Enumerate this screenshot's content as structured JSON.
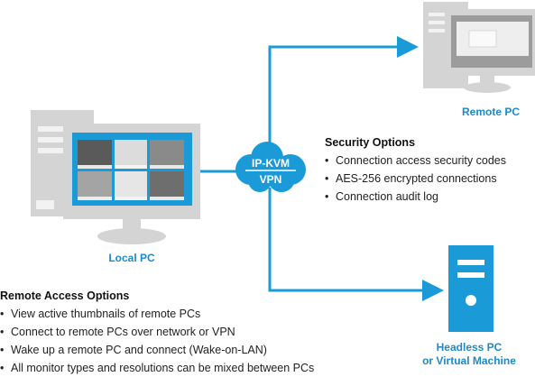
{
  "cloud": {
    "line1": "IP-KVM",
    "line2": "VPN"
  },
  "labels": {
    "local_pc": "Local PC",
    "remote_pc": "Remote PC",
    "headless_line1": "Headless PC",
    "headless_line2": "or Virtual Machine"
  },
  "security": {
    "title": "Security Options",
    "items": [
      "Connection access security codes",
      "AES-256 encrypted connections",
      "Connection audit log"
    ]
  },
  "remote_access": {
    "title": "Remote Access Options",
    "items": [
      "View active thumbnails of remote PCs",
      "Connect to remote PCs over network or VPN",
      "Wake up a remote PC and connect (Wake-on-LAN)",
      "All monitor types and resolutions can be mixed between PCs"
    ]
  },
  "colors": {
    "accent": "#1a9bd7",
    "label": "#1f8ac9",
    "device_gray": "#d4d4d4"
  }
}
